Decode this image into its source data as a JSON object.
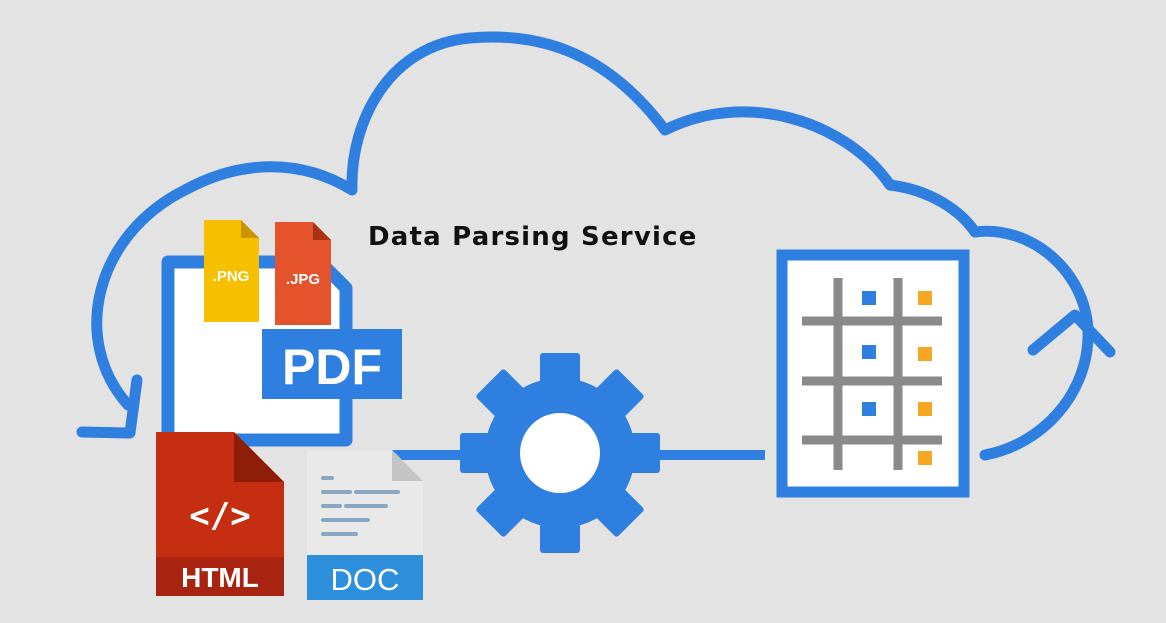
{
  "title": "Data Parsing Service",
  "file_labels": {
    "png": ".PNG",
    "jpg": ".JPG",
    "pdf": "PDF",
    "html_code": "</>",
    "html": "HTML",
    "doc": "DOC"
  },
  "colors": {
    "background": "#e3e3e3",
    "accent_blue": "#2f7fe0",
    "png_yellow": "#f6c000",
    "jpg_orange": "#e4532b",
    "html_red": "#c62e12",
    "doc_blue": "#2d8fdc",
    "grid_gray": "#8a8a8a",
    "cell_orange": "#f5a623"
  },
  "icons": [
    "cloud-outline-icon",
    "refresh-arrow-icon",
    "gear-icon",
    "spreadsheet-grid-icon",
    "pdf-file-icon",
    "png-file-icon",
    "jpg-file-icon",
    "html-file-icon",
    "doc-file-icon"
  ]
}
